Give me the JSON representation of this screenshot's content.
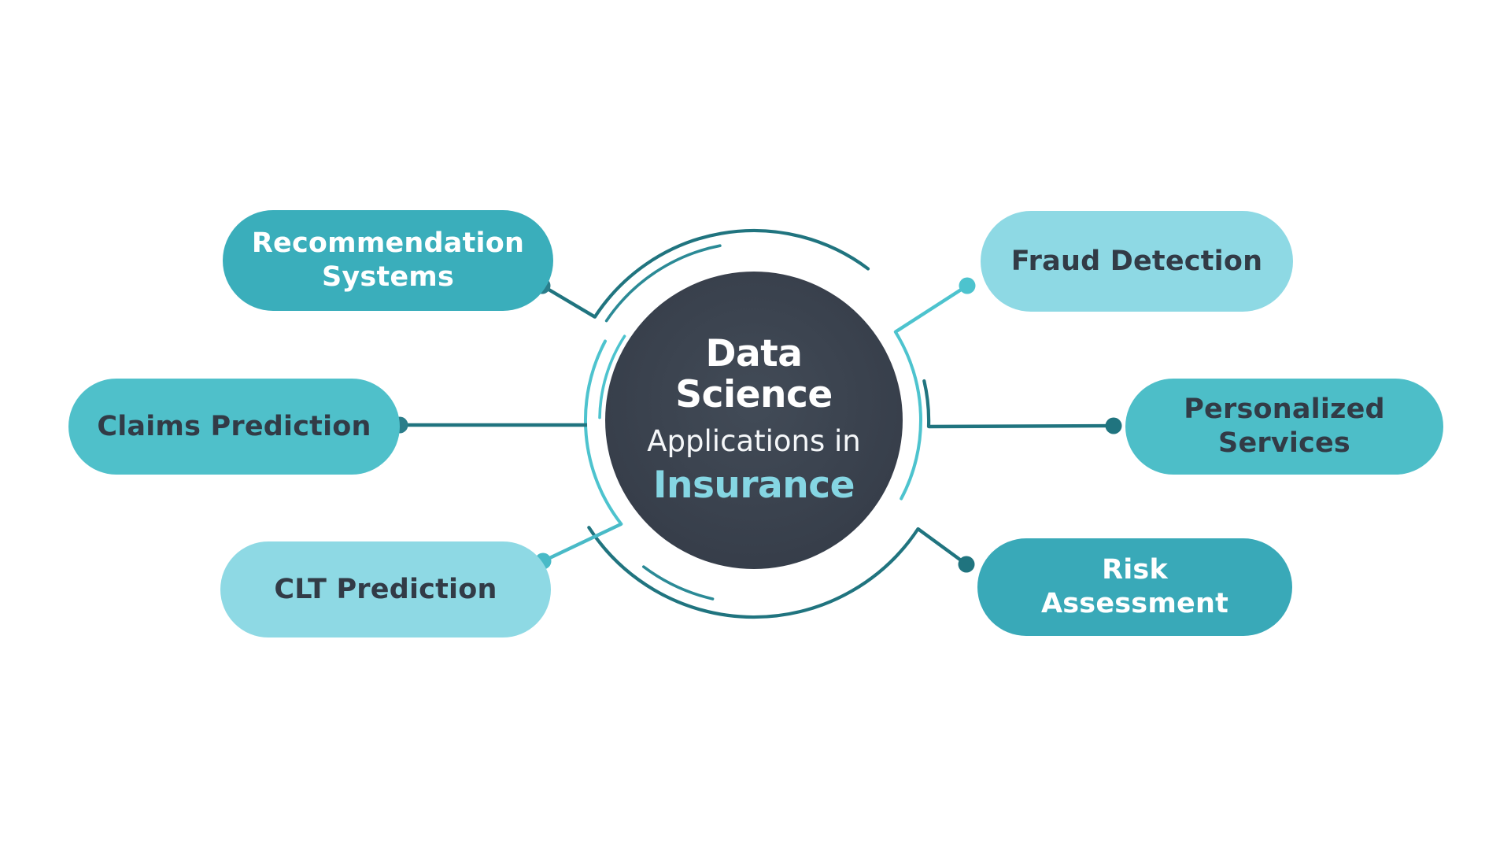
{
  "center": {
    "title_line1": "Data",
    "title_line2": "Science",
    "subtitle": "Applications in",
    "highlight": "Insurance"
  },
  "nodes": [
    {
      "id": "recommendation-systems",
      "lines": [
        "Recommendation",
        "Systems"
      ]
    },
    {
      "id": "claims-prediction",
      "lines": [
        "Claims Prediction"
      ]
    },
    {
      "id": "clt-prediction",
      "lines": [
        "CLT Prediction"
      ]
    },
    {
      "id": "fraud-detection",
      "lines": [
        "Fraud Detection"
      ]
    },
    {
      "id": "personalized-services",
      "lines": [
        "Personalized",
        "Services"
      ]
    },
    {
      "id": "risk-assessment",
      "lines": [
        "Risk",
        "Assessment"
      ]
    }
  ],
  "colors": {
    "background": "#ffffff",
    "teal-dark": "#20747f",
    "teal-mid": "#2b8a96",
    "cyan": "#4dc3ce",
    "teal-soft": "#49bac7",
    "dot-dark": "#2a7d8a",
    "pill-rec": "#3aaebb",
    "pill-claims": "#4fc0ca",
    "pill-clt": "#8ed9e4",
    "pill-fraud": "#8ed9e4",
    "pill-pers": "#4dbec8",
    "pill-risk": "#39a9b8",
    "text-dark": "#323b46",
    "text-light": "#ffffff",
    "circle-center": "#424b57",
    "circle-edge": "#353c48",
    "highlight": "#85d6e3"
  }
}
